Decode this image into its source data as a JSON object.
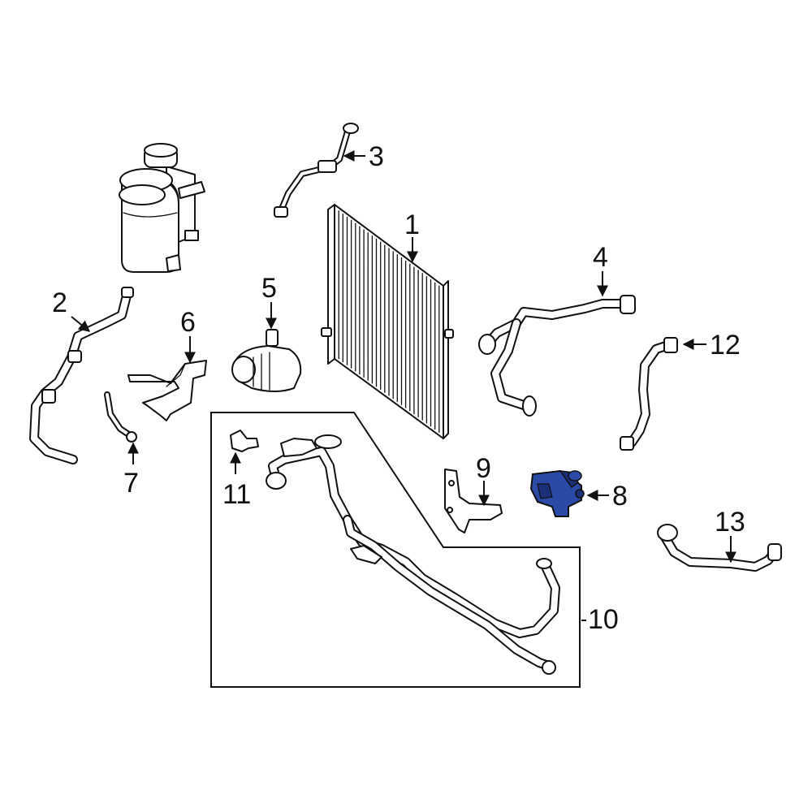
{
  "callouts": [
    {
      "id": "1",
      "label": "1"
    },
    {
      "id": "2",
      "label": "2"
    },
    {
      "id": "3",
      "label": "3"
    },
    {
      "id": "4",
      "label": "4"
    },
    {
      "id": "5",
      "label": "5"
    },
    {
      "id": "6",
      "label": "6"
    },
    {
      "id": "7",
      "label": "7"
    },
    {
      "id": "8",
      "label": "8"
    },
    {
      "id": "9",
      "label": "9"
    },
    {
      "id": "10",
      "label": "10"
    },
    {
      "id": "11",
      "label": "11"
    },
    {
      "id": "12",
      "label": "12"
    },
    {
      "id": "13",
      "label": "13"
    }
  ],
  "colors": {
    "line": "#111111",
    "background": "#ffffff",
    "highlight_part": "#2b4aa8",
    "highlight_shade": "#1b2f78"
  },
  "highlighted_part": "8"
}
